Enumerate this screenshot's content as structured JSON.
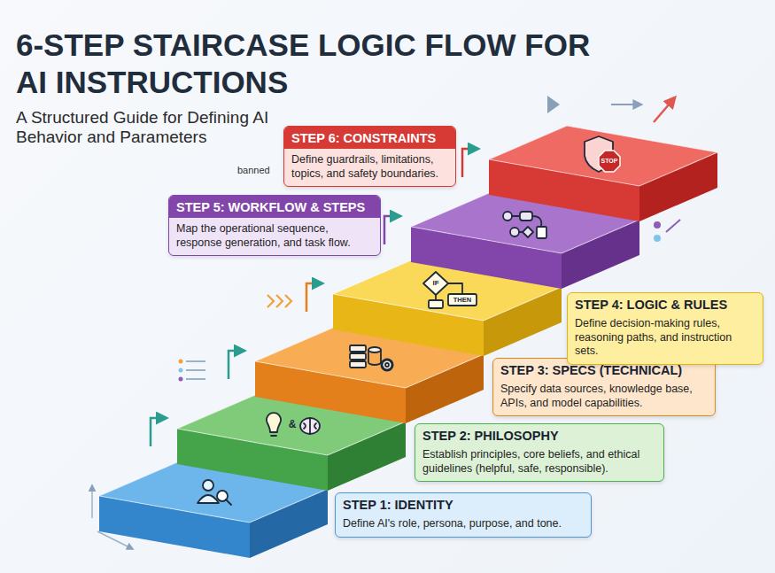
{
  "diagram": {
    "title": "6-STEP STAIRCASE LOGIC FLOW FOR AI INSTRUCTIONS",
    "nodes": [
      {
        "text": [
          "STEP 1: IDENTITY",
          "Define AI's role, persona, purpose, and tone."
        ]
      },
      {
        "text": [
          "STEP 2: PHILOSOPHY",
          "Establish principles, core beliefs, and ethical guidelines (helpful, safe, responsible)."
        ]
      },
      {
        "text": [
          "STEP 3: SPECS (TECHNICAL)",
          "Specify data sources, knowledge base, APIs, and model capabilities."
        ]
      },
      {
        "text": [
          "STEP 4: LOGIC & RULES",
          "Define decision-making rules, reasoning paths, and instruction sets."
        ]
      },
      {
        "text": [
          "STEP 5: WORKFLOW & STEPS",
          "Map the operational sequence, response generation, and task flow."
        ]
      },
      {
        "text": [
          "STEP 6: CONSTRAINTS",
          "Define guardrails, limitations, topics, and safety boundaries."
        ]
      }
    ],
    "labels": [
      "A Structured Guide for Defining AI Behavior and Parameters",
      "banned",
      "&",
      "IF",
      "THEN",
      "STOP"
    ]
  }
}
